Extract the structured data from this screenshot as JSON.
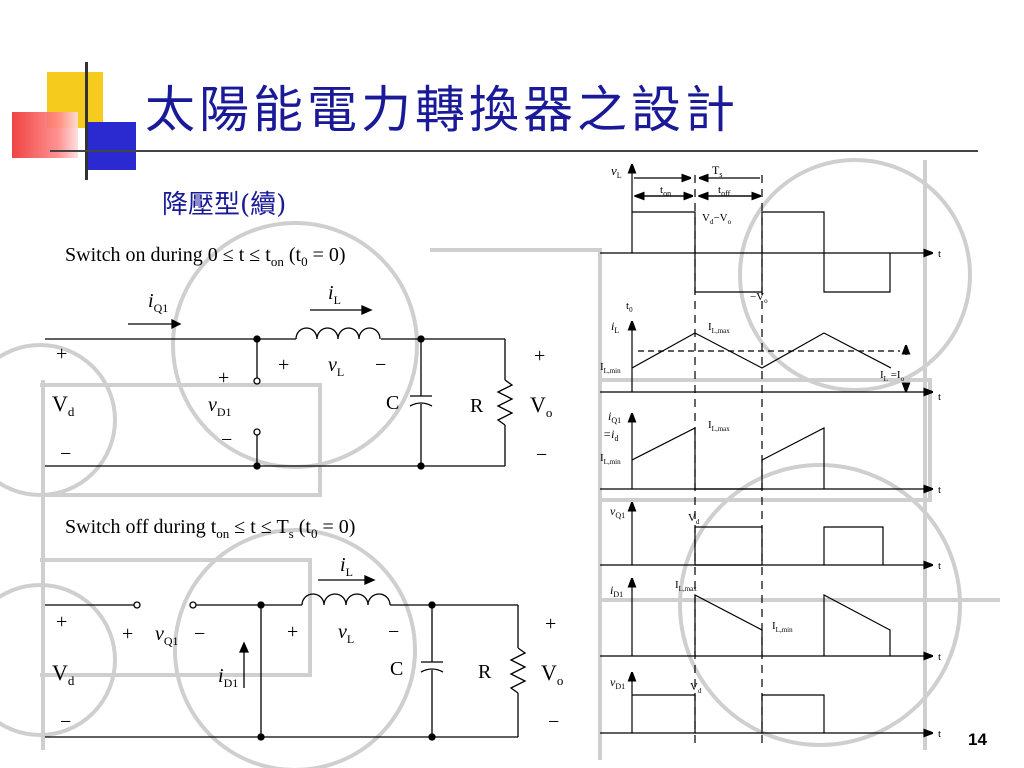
{
  "title": "太陽能電力轉換器之設計",
  "subtitle": "降壓型(續)",
  "page_number": "14",
  "accent_colors": {
    "title_text": "#1a1a99",
    "deco_yellow": "#f5cc1e",
    "deco_blue": "#2a2ad0",
    "deco_red": "#ee3333",
    "rule_line": "#444444"
  },
  "circuit_on": {
    "caption": "Switch on during 0 ≤ t ≤ t",
    "caption_sub": "on",
    "caption_tail": " (t",
    "caption_tail_sub": "0",
    "caption_end": " = 0)",
    "iQ1": "i",
    "iQ1_sub": "Q1",
    "iL": "i",
    "iL_sub": "L",
    "plus_left": "+",
    "minus_left": "−",
    "Vd": "V",
    "Vd_sub": "d",
    "plus_vd1": "+",
    "minus_vd1": "−",
    "vD1": "v",
    "vD1_sub": "D1",
    "plus_vl": "+",
    "minus_vl": "−",
    "vL": "v",
    "vL_sub": "L",
    "C": "C",
    "R": "R",
    "plus_right": "+",
    "minus_right": "−",
    "Vo": "V",
    "Vo_sub": "o"
  },
  "circuit_off": {
    "caption": "Switch off during t",
    "caption_sub": "on",
    "caption_mid": " ≤ t ≤ T",
    "caption_mid_sub": "s",
    "caption_tail": " (t",
    "caption_tail_sub": "0",
    "caption_end": " = 0)",
    "iL": "i",
    "iL_sub": "L",
    "plus_left": "+",
    "minus_left": "−",
    "Vd": "V",
    "Vd_sub": "d",
    "plus_vq1": "+",
    "minus_vq1": "−",
    "vQ1": "v",
    "vQ1_sub": "Q1",
    "plus_vl": "+",
    "minus_vl": "−",
    "vL": "v",
    "vL_sub": "L",
    "iD1": "i",
    "iD1_sub": "D1",
    "C": "C",
    "R": "R",
    "plus_right": "+",
    "minus_right": "−",
    "Vo": "V",
    "Vo_sub": "o"
  },
  "waveforms": {
    "vL_label": "v",
    "vL_sub": "L",
    "Ts": "T",
    "Ts_sub": "s",
    "ton": "t",
    "ton_sub": "on",
    "toff": "t",
    "toff_sub": "off",
    "Vd_minus_Vo": "V",
    "Vd_minus_Vo_sub": "d",
    "Vd_minus_Vo_mid": "−V",
    "Vd_minus_Vo_sub2": "o",
    "neg_Vo": "−V",
    "neg_Vo_sub": "o",
    "t0": "t",
    "t0_sub": "0",
    "iL_label": "i",
    "iL_sub": "L",
    "IL_max": "I",
    "IL_max_sub": "L,max",
    "IL_min": "I",
    "IL_min_sub": "L,min",
    "IL_eq_Io": "I",
    "IL_eq_Io_sub": "L",
    "IL_eq_Io_mid": " =I",
    "IL_eq_Io_sub2": "o",
    "iQ1_label": "i",
    "iQ1_sub": "Q1",
    "id_label": "=i",
    "id_sub": "d",
    "vQ1_label": "v",
    "vQ1_sub": "Q1",
    "Vd_label": "V",
    "Vd_sub": "d",
    "iD1_label": "i",
    "iD1_sub": "D1",
    "vD1_label": "v",
    "vD1_sub": "D1",
    "t_axis": "t"
  }
}
